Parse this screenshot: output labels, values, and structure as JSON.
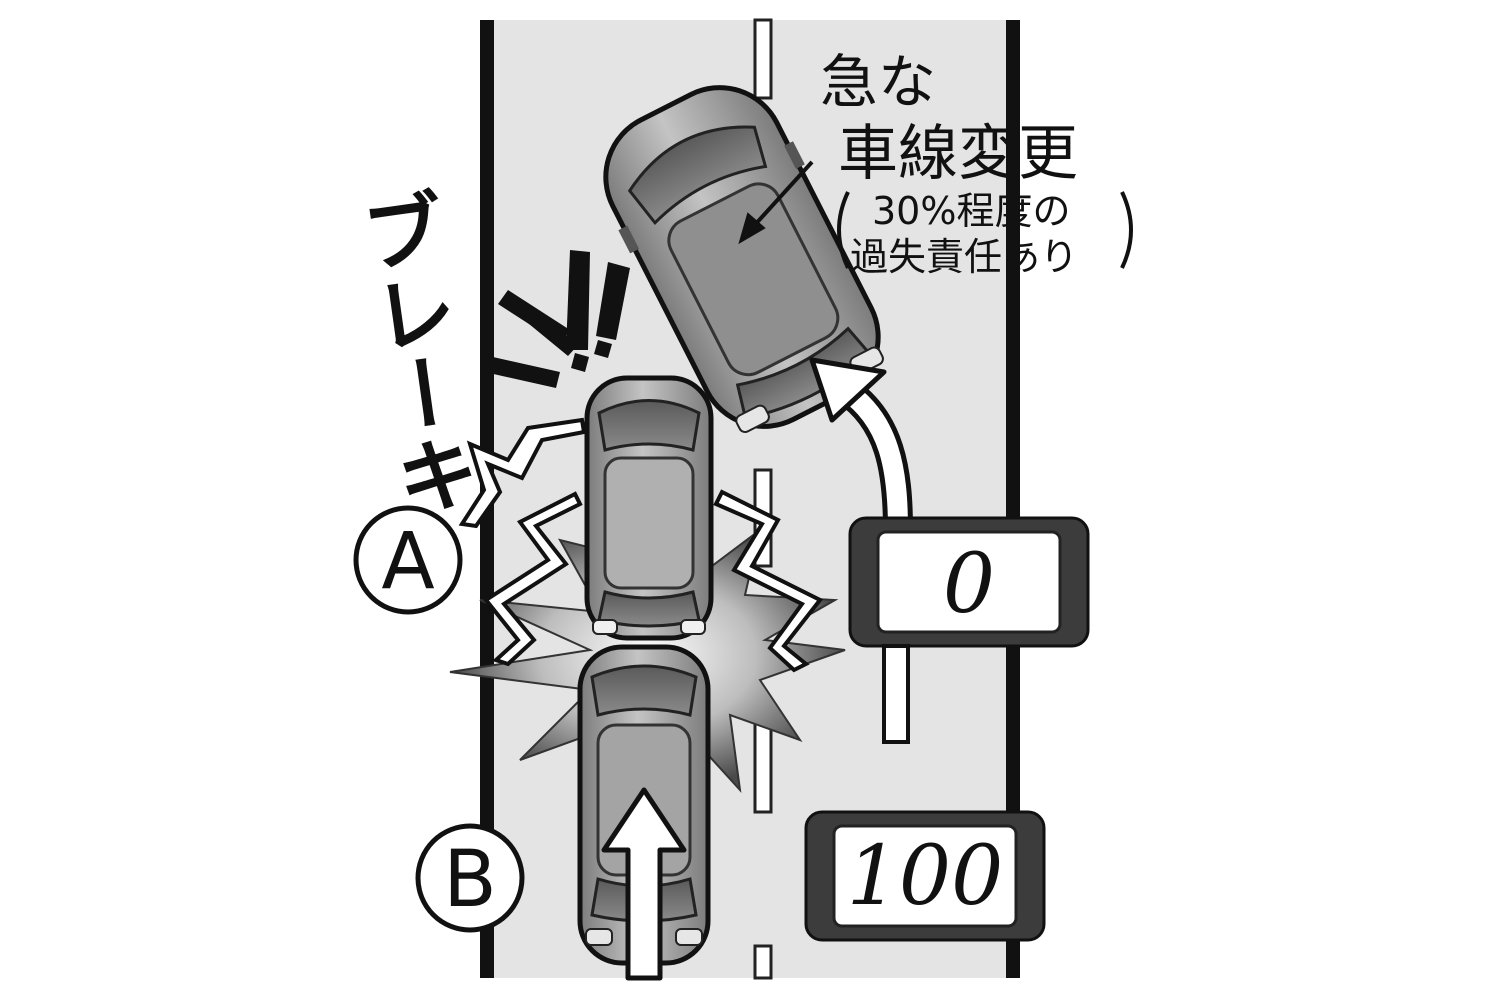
{
  "labels": {
    "brake": "ブレーキ",
    "lane_change_line1": "急な",
    "lane_change_line2": "車線変更",
    "fault_line1": "30%程度の",
    "fault_line2": "過失責任あり",
    "vehicle_a": "A",
    "vehicle_b": "B"
  },
  "fault_ratio": {
    "vehicle_a": "0",
    "vehicle_b": "100"
  },
  "colors": {
    "road": "#e4e4e4",
    "road_edge": "#111111",
    "car_body": "#9a9a9a",
    "car_glass": "#6e6e6e",
    "car_light": "#d8d8d8",
    "badge_frame": "#3c3c3c"
  }
}
